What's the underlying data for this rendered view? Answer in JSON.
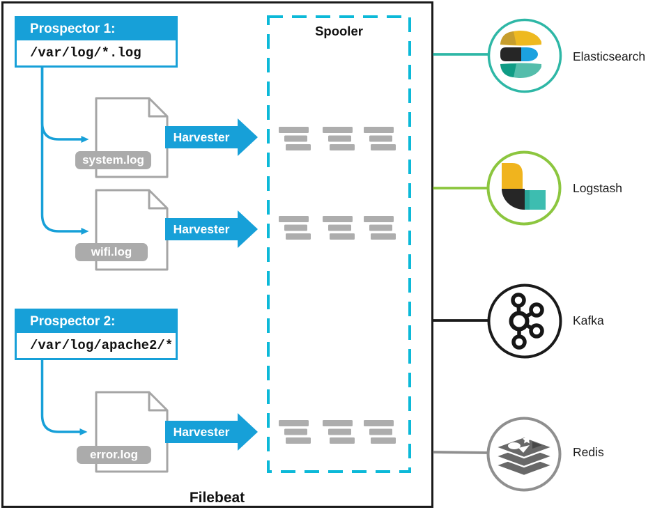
{
  "diagram": {
    "title": "Filebeat",
    "spooler_label": "Spooler",
    "prospectors": [
      {
        "title": "Prospector 1:",
        "path": "/var/log/*.log"
      },
      {
        "title": "Prospector 2:",
        "path": "/var/log/apache2/*"
      }
    ],
    "log_files": [
      {
        "name": "system.log"
      },
      {
        "name": "wifi.log"
      },
      {
        "name": "error.log"
      }
    ],
    "harvesters": [
      {
        "label": "Harvester"
      },
      {
        "label": "Harvester"
      },
      {
        "label": "Harvester"
      }
    ],
    "outputs": [
      {
        "name": "Elasticsearch",
        "color": "#2eb7a6"
      },
      {
        "name": "Logstash",
        "color": "#8cc63f"
      },
      {
        "name": "Kafka",
        "color": "#1a1a1a"
      },
      {
        "name": "Redis",
        "color": "#8f8f8f"
      }
    ],
    "colors": {
      "accent_blue": "#17a0d8",
      "spooler_dash": "#0cb9d8",
      "event_bar_gray": "#adadad",
      "file_outline_gray": "#a5a5a5"
    }
  }
}
